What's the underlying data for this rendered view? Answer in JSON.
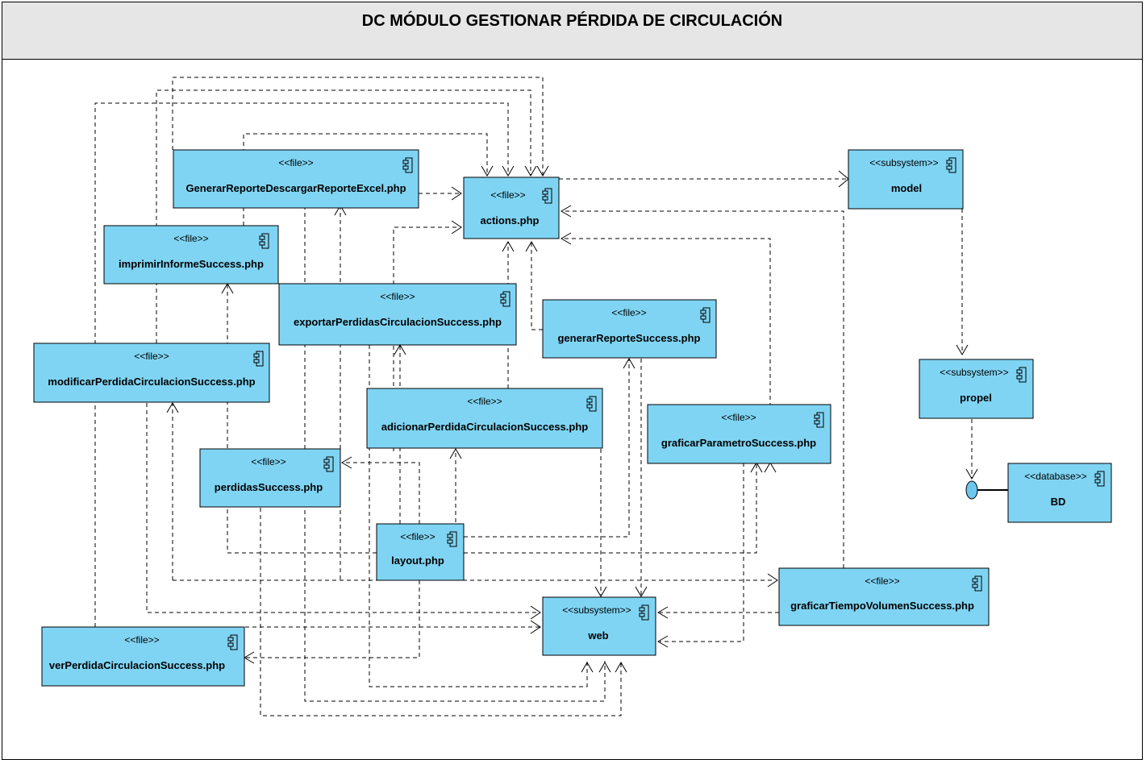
{
  "title": "DC MÓDULO GESTIONAR PÉRDIDA DE CIRCULACIÓN",
  "colors": {
    "component_fill": "#7fd4f3",
    "title_bar": "#e6e6e6",
    "interface_ball": "#6cc6ee"
  },
  "components": {
    "generar_reporte_descargar": {
      "stereotype": "<<file>>",
      "name": "GenerarReporteDescargarReporteExcel.php"
    },
    "actions": {
      "stereotype": "<<file>>",
      "name": "actions.php"
    },
    "model": {
      "stereotype": "<<subsystem>>",
      "name": "model"
    },
    "imprimir_informe": {
      "stereotype": "<<file>>",
      "name": "imprimirInformeSuccess.php"
    },
    "exportar_perdidas": {
      "stereotype": "<<file>>",
      "name": "exportarPerdidasCirculacionSuccess.php"
    },
    "generar_reporte": {
      "stereotype": "<<file>>",
      "name": "generarReporteSuccess.php"
    },
    "modificar_perdida": {
      "stereotype": "<<file>>",
      "name": "modificarPerdidaCirculacionSuccess.php"
    },
    "propel": {
      "stereotype": "<<subsystem>>",
      "name": "propel"
    },
    "adicionar_perdida": {
      "stereotype": "<<file>>",
      "name": "adicionarPerdidaCirculacionSuccess.php"
    },
    "graficar_parametro": {
      "stereotype": "<<file>>",
      "name": "graficarParametroSuccess.php"
    },
    "perdidas": {
      "stereotype": "<<file>>",
      "name": "perdidasSuccess.php"
    },
    "bd": {
      "stereotype": "<<database>>",
      "name": "BD"
    },
    "layout": {
      "stereotype": "<<file>>",
      "name": "layout.php"
    },
    "graficar_tiempo": {
      "stereotype": "<<file>>",
      "name": "graficarTiempoVolumenSuccess.php"
    },
    "web": {
      "stereotype": "<<subsystem>>",
      "name": "web"
    },
    "ver_perdida": {
      "stereotype": "<<file>>",
      "name": "verPerdidaCirculacionSuccess.php"
    }
  }
}
